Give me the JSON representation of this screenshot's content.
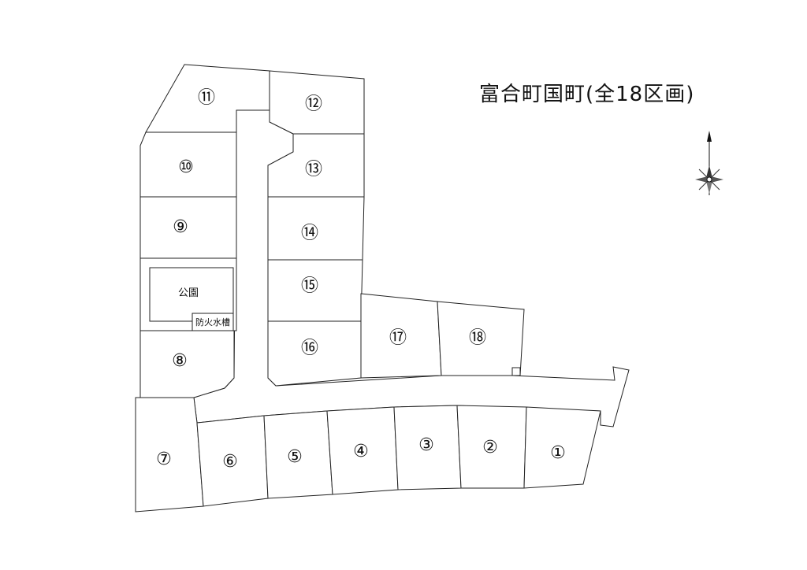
{
  "title": "富合町国町(全18区画)",
  "park_label": "公園",
  "cistern_label": "防火水槽",
  "lots": [
    {
      "id": "1",
      "label": "①"
    },
    {
      "id": "2",
      "label": "②"
    },
    {
      "id": "3",
      "label": "③"
    },
    {
      "id": "4",
      "label": "④"
    },
    {
      "id": "5",
      "label": "⑤"
    },
    {
      "id": "6",
      "label": "⑥"
    },
    {
      "id": "7",
      "label": "⑦"
    },
    {
      "id": "8",
      "label": "⑧"
    },
    {
      "id": "9",
      "label": "⑨"
    },
    {
      "id": "10",
      "label": "⑩"
    },
    {
      "id": "11",
      "label": "⑪"
    },
    {
      "id": "12",
      "label": "⑫"
    },
    {
      "id": "13",
      "label": "⑬"
    },
    {
      "id": "14",
      "label": "⑭"
    },
    {
      "id": "15",
      "label": "⑮"
    },
    {
      "id": "16",
      "label": "⑯"
    },
    {
      "id": "17",
      "label": "⑰"
    },
    {
      "id": "18",
      "label": "⑱"
    }
  ],
  "compass_icon": "north-arrow-compass-icon"
}
